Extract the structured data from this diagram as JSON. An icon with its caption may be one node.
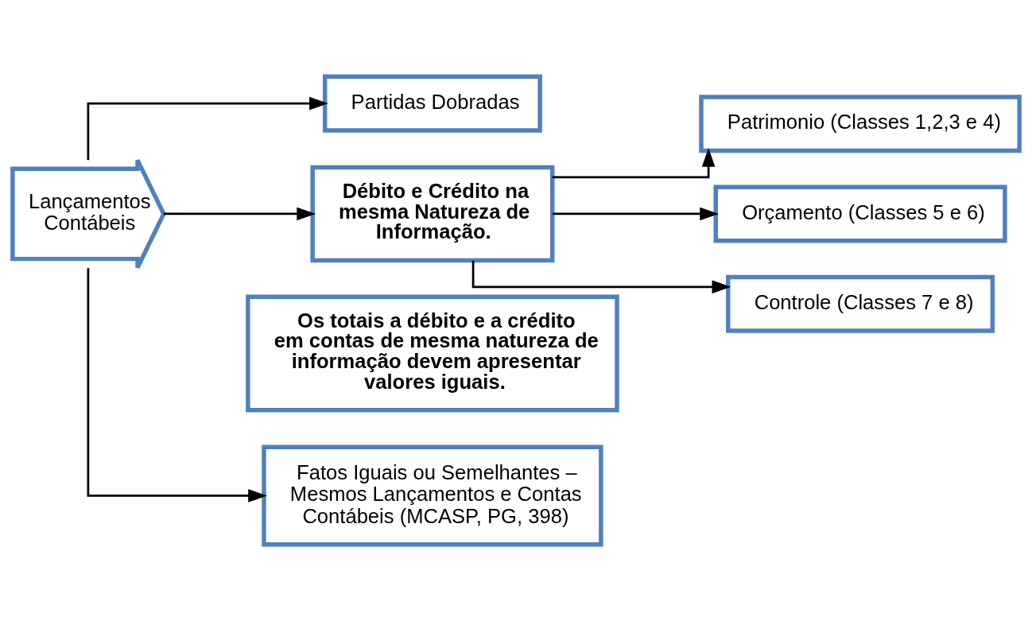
{
  "diagram": {
    "nodes": [
      {
        "text": [
          "Lançamentos Contábeis"
        ]
      },
      {
        "text": [
          "Partidas Dobradas"
        ]
      },
      {
        "text": [
          "Patrimonio (Classes 1,2,3 e 4)"
        ]
      },
      {
        "text": [
          "Orçamento (Classes 5 e 6)"
        ]
      },
      {
        "text": [
          "Controle (Classes 7 e 8)"
        ]
      },
      {
        "text": [
          "Débito e Crédito na mesma Natureza de Informação."
        ]
      },
      {
        "text": [
          "Os totais a débito e a crédito em contas de mesma natureza de informação devem apresentar valores iguais."
        ]
      },
      {
        "text": [
          "Fatos Iguais ou Semelhantes – Mesmos Lançamentos e Contas Contábeis (MCASP, PG, 398)"
        ]
      }
    ],
    "edges": [
      {
        "from": 0,
        "to": 1,
        "arrow": "to"
      },
      {
        "from": 0,
        "to": 5,
        "arrow": "to"
      },
      {
        "from": 0,
        "to": 7,
        "arrow": "to"
      },
      {
        "from": 5,
        "to": 2,
        "arrow": "to"
      },
      {
        "from": 5,
        "to": 3,
        "arrow": "to"
      },
      {
        "from": 5,
        "to": 4,
        "arrow": "to"
      }
    ]
  }
}
